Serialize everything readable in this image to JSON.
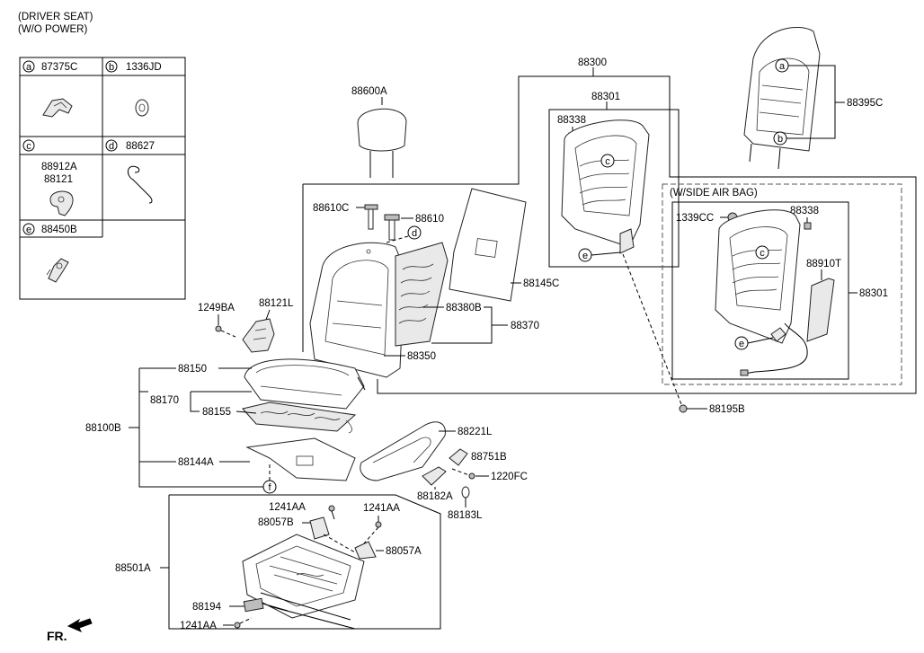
{
  "header": {
    "line1": "(DRIVER SEAT)",
    "line2": "(W/O POWER)"
  },
  "legend": {
    "a": {
      "letter": "a",
      "part": "87375C"
    },
    "b": {
      "letter": "b",
      "part": "1336JD"
    },
    "c": {
      "letter": "c",
      "part1": "88912A",
      "part2": "88121"
    },
    "d": {
      "letter": "d",
      "part": "88627"
    },
    "e": {
      "letter": "e",
      "part": "88450B"
    }
  },
  "side_airbag_title": "(W/SIDE AIR BAG)",
  "labels": {
    "p88300": "88300",
    "p88301_top": "88301",
    "p88338_top": "88338",
    "p88395C": "88395C",
    "p88600A": "88600A",
    "p88610C": "88610C",
    "p88610": "88610",
    "p88145C": "88145C",
    "p88380B": "88380B",
    "p88370": "88370",
    "p88350": "88350",
    "p1249BA": "1249BA",
    "p88121L": "88121L",
    "p88150": "88150",
    "p88170": "88170",
    "p88155": "88155",
    "p88100B": "88100B",
    "p88144A": "88144A",
    "p88221L": "88221L",
    "p88751B": "88751B",
    "p1220FC": "1220FC",
    "p88182A": "88182A",
    "p88183L": "88183L",
    "p1241AA_1": "1241AA",
    "p1241AA_2": "1241AA",
    "p1241AA_3": "1241AA",
    "p88057B": "88057B",
    "p88057A": "88057A",
    "p88501A": "88501A",
    "p88194": "88194",
    "p1339CC": "1339CC",
    "p88338_sab": "88338",
    "p88910T": "88910T",
    "p88301_sab": "88301",
    "p88195B": "88195B",
    "fr": "FR."
  },
  "callouts": {
    "a": "a",
    "b": "b",
    "c": "c",
    "d": "d",
    "e": "e",
    "f": "f"
  }
}
